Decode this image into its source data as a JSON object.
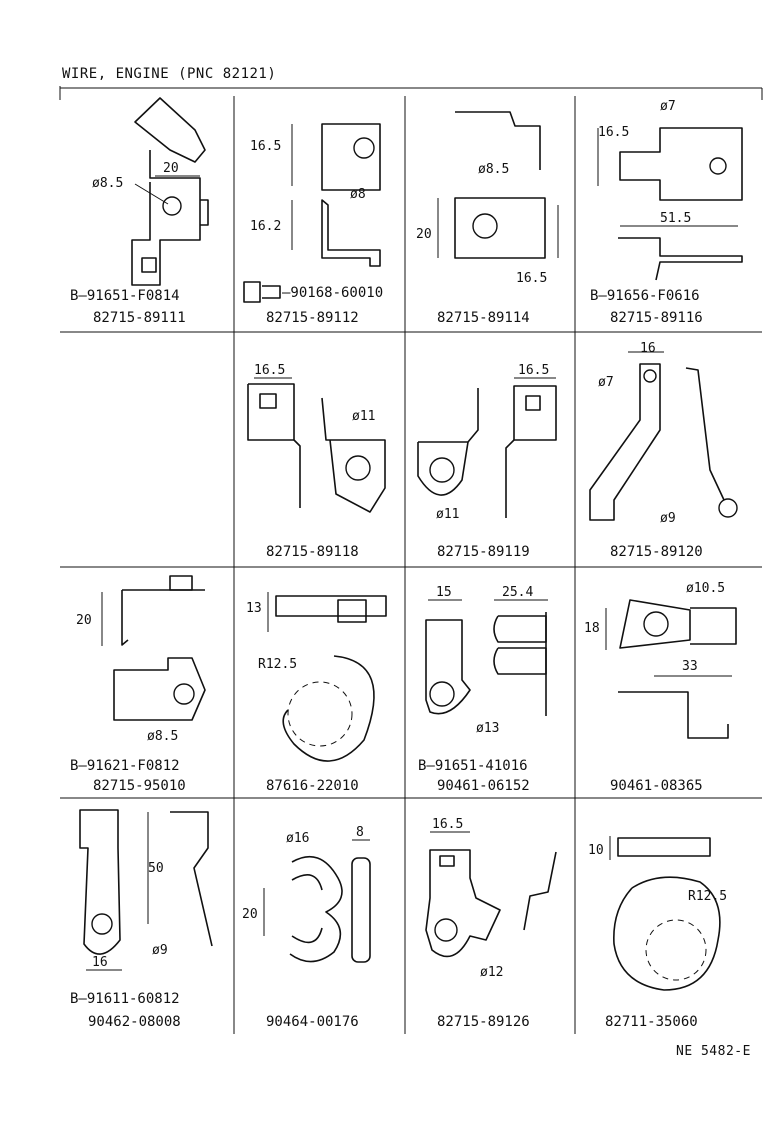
{
  "title": "WIRE, ENGINE (PNC 82121)",
  "corner_code": "NE 5482-E",
  "cells": [
    {
      "id": "c11",
      "sub": "B—91651-F0814",
      "part": "82715-89111",
      "dims": [
        "20",
        "ø8.5"
      ]
    },
    {
      "id": "c12",
      "sub": "—90168-60010",
      "part": "82715-89112",
      "dims": [
        "16.5",
        "16.2",
        "ø8"
      ]
    },
    {
      "id": "c13",
      "sub": "",
      "part": "82715-89114",
      "dims": [
        "ø8.5",
        "20",
        "16.5"
      ]
    },
    {
      "id": "c14",
      "sub": "B—91656-F0616",
      "part": "82715-89116",
      "dims": [
        "ø7",
        "16.5",
        "51.5"
      ]
    },
    {
      "id": "c21",
      "sub": "",
      "part": "",
      "dims": []
    },
    {
      "id": "c22",
      "sub": "",
      "part": "82715-89118",
      "dims": [
        "16.5",
        "ø11"
      ]
    },
    {
      "id": "c23",
      "sub": "",
      "part": "82715-89119",
      "dims": [
        "16.5",
        "ø11"
      ]
    },
    {
      "id": "c24",
      "sub": "",
      "part": "82715-89120",
      "dims": [
        "16",
        "ø7",
        "ø9"
      ]
    },
    {
      "id": "c31",
      "sub": "B—91621-F0812",
      "part": "82715-95010",
      "dims": [
        "20",
        "ø8.5"
      ]
    },
    {
      "id": "c32",
      "sub": "",
      "part": "87616-22010",
      "dims": [
        "13",
        "R12.5"
      ]
    },
    {
      "id": "c33",
      "sub": "B—91651-41016",
      "part": "90461-06152",
      "dims": [
        "15",
        "25.4",
        "ø13"
      ]
    },
    {
      "id": "c34",
      "sub": "",
      "part": "90461-08365",
      "dims": [
        "ø10.5",
        "18",
        "33"
      ]
    },
    {
      "id": "c41",
      "sub": "B—91611-60812",
      "part": "90462-08008",
      "dims": [
        "50",
        "ø9",
        "16"
      ]
    },
    {
      "id": "c42",
      "sub": "",
      "part": "90464-00176",
      "dims": [
        "ø16",
        "8",
        "20"
      ]
    },
    {
      "id": "c43",
      "sub": "",
      "part": "82715-89126",
      "dims": [
        "16.5",
        "ø12"
      ]
    },
    {
      "id": "c44",
      "sub": "",
      "part": "82711-35060",
      "dims": [
        "10",
        "R12.5"
      ]
    }
  ]
}
